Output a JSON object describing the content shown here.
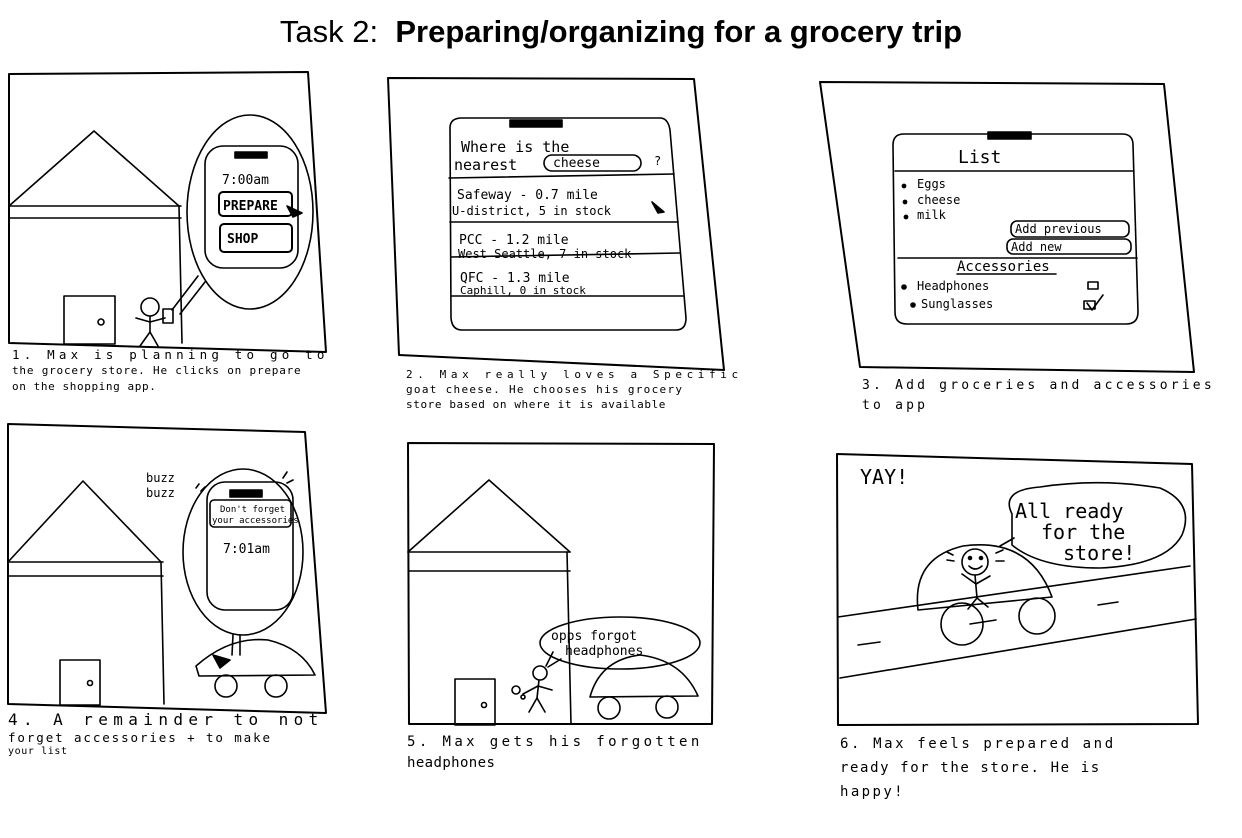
{
  "title": {
    "prefix": "Task 2:",
    "bold": "Preparing/organizing for a grocery trip"
  },
  "panel1": {
    "phone_time": "7:00am",
    "prepare_button": "PREPARE",
    "shop_button": "SHOP",
    "caption": [
      "1. Max is planning to go to",
      "the grocery store. He clicks on prepare",
      "on the shopping app."
    ]
  },
  "panel2": {
    "question_line1": "Where is the",
    "question_line2": "nearest",
    "query": "cheese",
    "results": [
      {
        "name": "Safeway - 0.7 mile",
        "detail": "U-district, 5 in stock"
      },
      {
        "name": "PCC - 1.2 mile",
        "detail": "West Seattle, 7 in stock"
      },
      {
        "name": "QFC - 1.3 mile",
        "detail": "Caphill, 0 in stock"
      }
    ],
    "caption": [
      "2. Max really loves a Specific",
      "goat cheese. He chooses his grocery",
      "store based on where it is available"
    ]
  },
  "panel3": {
    "list_title": "List",
    "items": [
      "Eggs",
      "cheese",
      "milk"
    ],
    "add_previous": "Add previous",
    "add_new": "Add new",
    "accessories_title": "Accessories",
    "accessories": [
      "Headphones",
      "Sunglasses"
    ],
    "caption": [
      "3. Add groceries and accessories",
      "to app"
    ]
  },
  "panel4": {
    "buzz": [
      "buzz",
      "buzz"
    ],
    "notification": [
      "Don't forget",
      "your accessories"
    ],
    "time": "7:01am",
    "caption": [
      "4. A remainder to not",
      "forget accessories + to make",
      "your list"
    ]
  },
  "panel5": {
    "speech": [
      "opps forgot",
      "headphones"
    ],
    "caption": [
      "5. Max gets his forgotten",
      "headphones"
    ]
  },
  "panel6": {
    "exclaim": "YAY!",
    "speech": [
      "All ready",
      "for the",
      "store!"
    ],
    "caption": [
      "6. Max feels prepared and",
      "ready for the store. He is",
      "happy!"
    ]
  }
}
